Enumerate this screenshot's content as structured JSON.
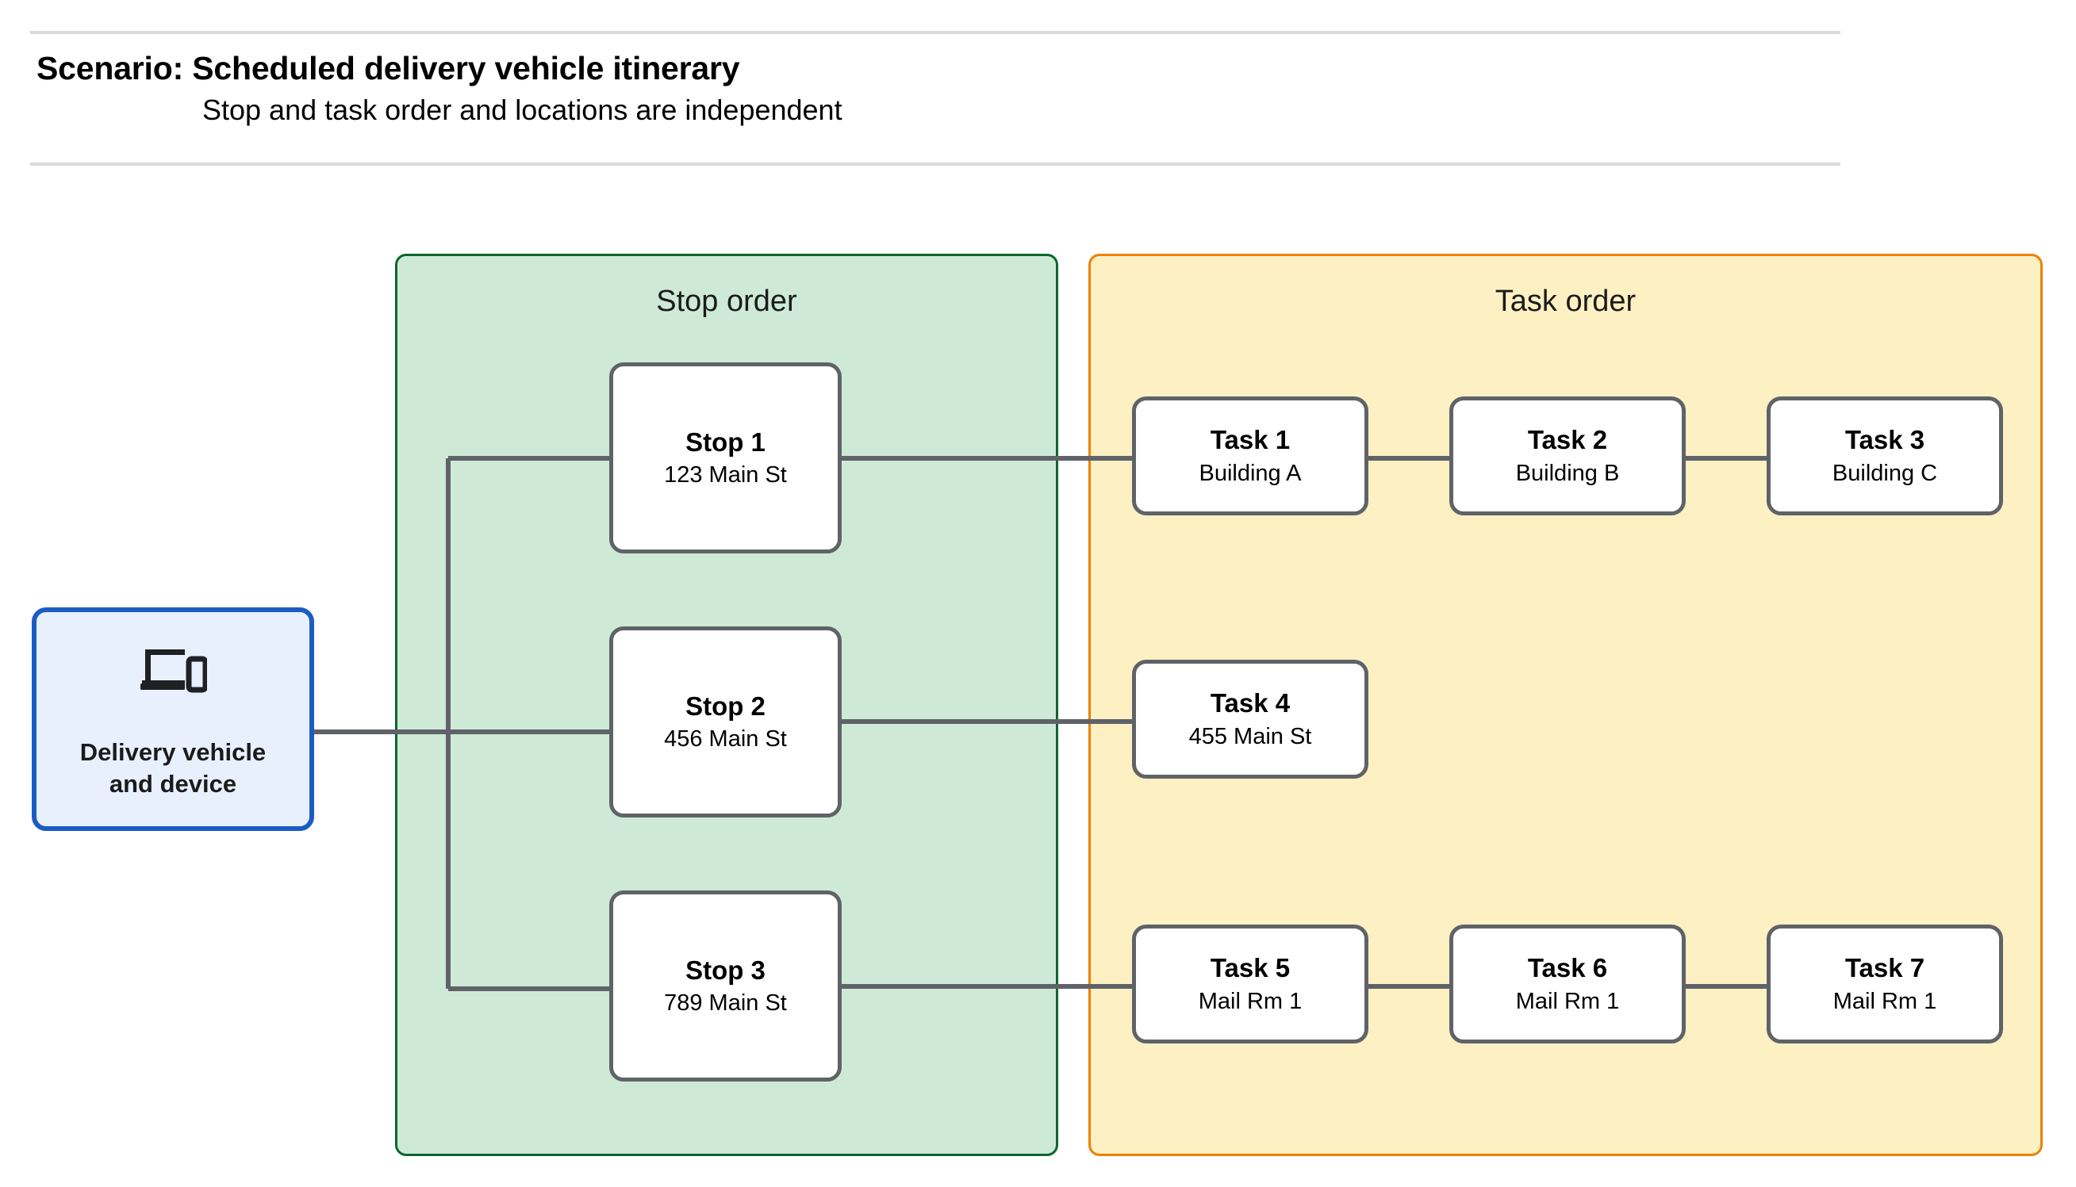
{
  "header": {
    "title": "Scenario: Scheduled delivery vehicle itinerary",
    "subtitle": "Stop and task order and locations are independent"
  },
  "device": {
    "icon": "devices-icon",
    "label_line_1": "Delivery vehicle",
    "label_line_2": "and device"
  },
  "groups": {
    "stop_order": {
      "title": "Stop order",
      "fill": "#ceead6",
      "border": "#0d652d"
    },
    "task_order": {
      "title": "Task order",
      "fill": "#fdf0c3",
      "border": "#ee8100"
    }
  },
  "stops": [
    {
      "title": "Stop 1",
      "address": "123 Main St"
    },
    {
      "title": "Stop 2",
      "address": "456 Main St"
    },
    {
      "title": "Stop 3",
      "address": "789 Main St"
    }
  ],
  "task_rows": [
    [
      {
        "title": "Task 1",
        "location": "Building A"
      },
      {
        "title": "Task 2",
        "location": "Building B"
      },
      {
        "title": "Task 3",
        "location": "Building C"
      }
    ],
    [
      {
        "title": "Task 4",
        "location": "455 Main St"
      }
    ],
    [
      {
        "title": "Task 5",
        "location": "Mail Rm 1"
      },
      {
        "title": "Task 6",
        "location": "Mail Rm 1"
      },
      {
        "title": "Task 7",
        "location": "Mail Rm 1"
      }
    ]
  ],
  "colors": {
    "node_border": "#5f6368",
    "node_fill": "#ffffff",
    "connector": "#5f6368",
    "device_border": "#1b5cc4",
    "device_fill": "#e8f0fe",
    "rule": "#d9d9d9",
    "text": "#000000"
  }
}
